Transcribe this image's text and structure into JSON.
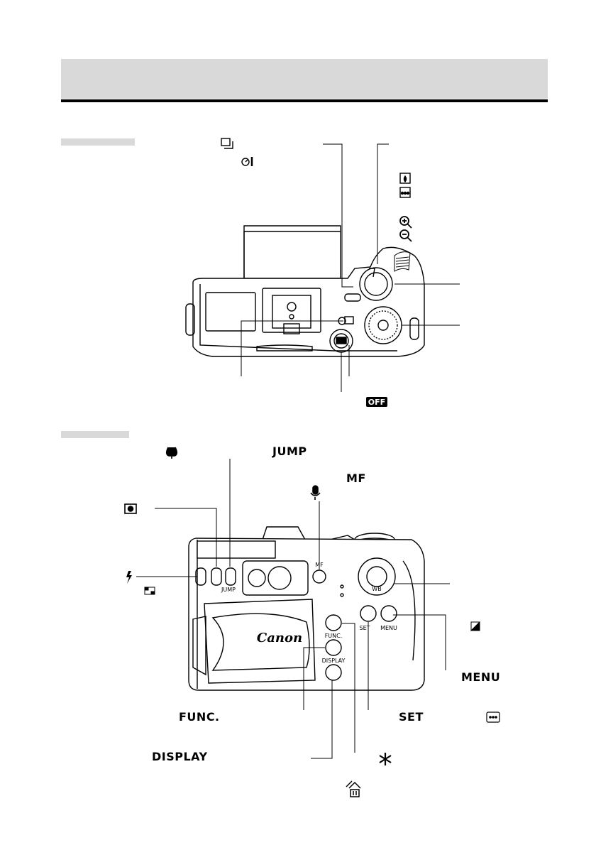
{
  "labels": {
    "jump": "JUMP",
    "mf": "MF",
    "menu": "MENU",
    "func": "FUNC.",
    "set": "SET",
    "display": "DISPLAY",
    "off": "OFF"
  },
  "camera_markings": {
    "brand": "Canon",
    "mf": "MF",
    "jump": "JUMP",
    "wb": "WB",
    "set": "SET",
    "menu": "MENU",
    "func": "FUNC.",
    "display": "DISPLAY"
  },
  "icons": [
    "continuous-shooting-icon",
    "self-timer-icon",
    "macro-icon",
    "sound-memo-icon",
    "metering-icon",
    "flash-icon",
    "ae-lock-icon",
    "zoom-in-icon",
    "zoom-out-icon",
    "single-image-icon",
    "index-icon",
    "exposure-compensation-icon",
    "shortcut-icon",
    "print-share-icon",
    "ellipsis-icon",
    "off-badge-icon"
  ]
}
